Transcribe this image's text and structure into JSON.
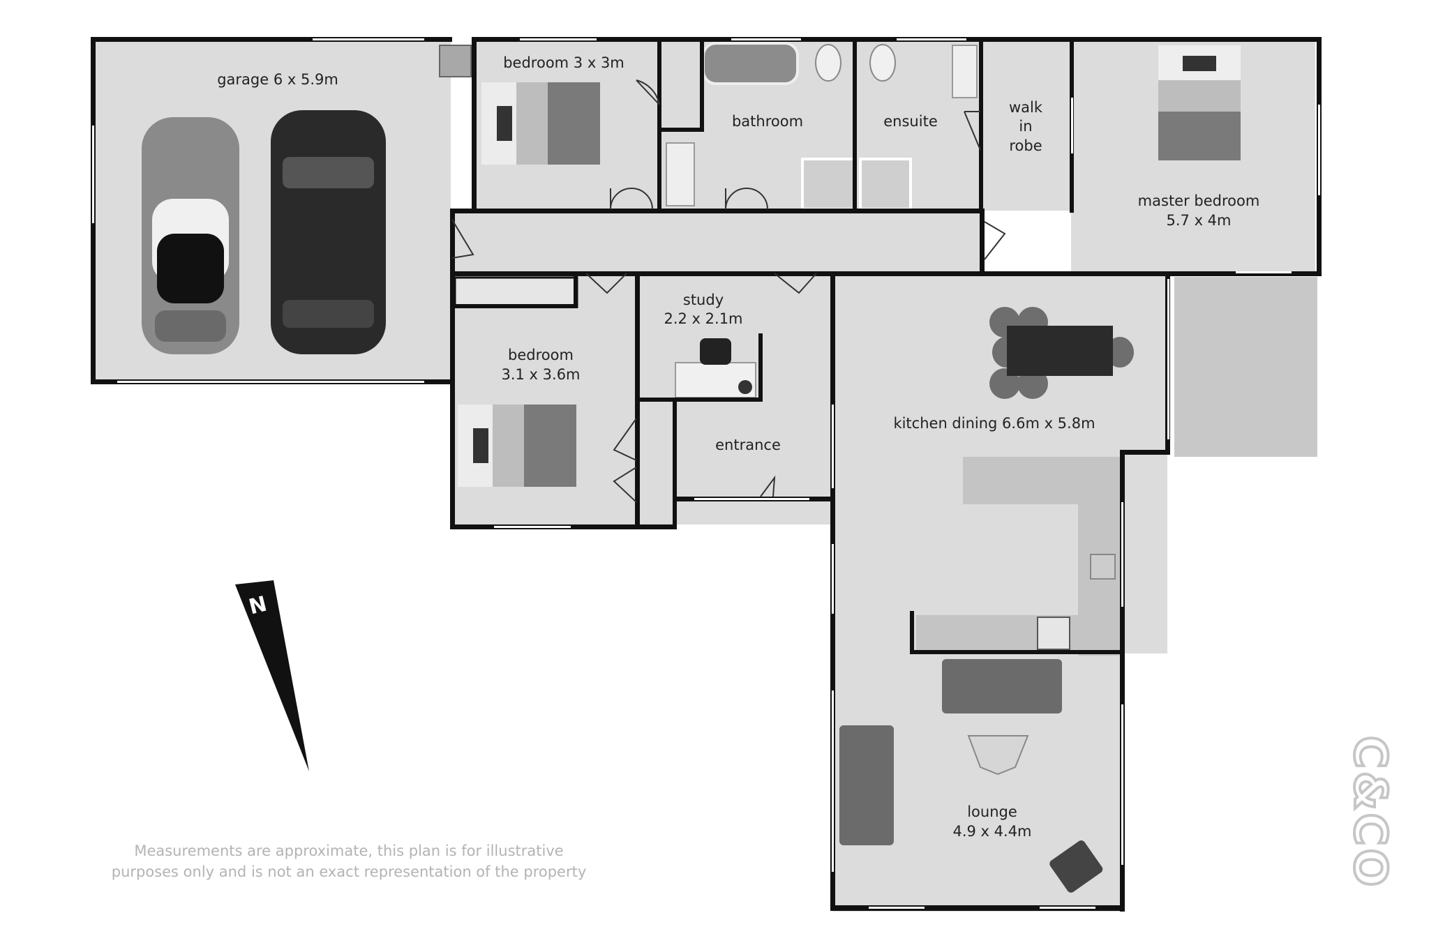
{
  "rooms": {
    "garage": {
      "name": "garage 6 x 5.9m"
    },
    "bedroom_top": {
      "name": "bedroom 3 x 3m"
    },
    "bathroom": {
      "name": "bathroom"
    },
    "ensuite": {
      "name": "ensuite"
    },
    "walk_in_robe": {
      "line1": "walk",
      "line2": "in",
      "line3": "robe"
    },
    "master_bedroom": {
      "name": "master bedroom",
      "size": "5.7 x 4m"
    },
    "study": {
      "name": "study",
      "size": "2.2 x 2.1m"
    },
    "bedroom": {
      "name": "bedroom",
      "size": "3.1 x 3.6m"
    },
    "entrance": {
      "name": "entrance"
    },
    "kitchen_dining": {
      "name": "kitchen dining 6.6m x 5.8m"
    },
    "lounge": {
      "name": "lounge",
      "size": "4.9 x 4.4m"
    }
  },
  "compass": {
    "label": "N"
  },
  "disclaimer": {
    "line1": "Measurements are approximate, this plan is for illustrative",
    "line2": "purposes only and is not an exact representation of the property"
  },
  "logo": {
    "text": "C&CO"
  },
  "colors": {
    "floor": "#dcdcdc",
    "wall": "#111111",
    "deck": "#c8c8c8",
    "furniture": "#7a7a7a",
    "furniture_dark": "#333333",
    "disclaimer": "#b3b3b3",
    "logo": "#c6c6c6"
  }
}
